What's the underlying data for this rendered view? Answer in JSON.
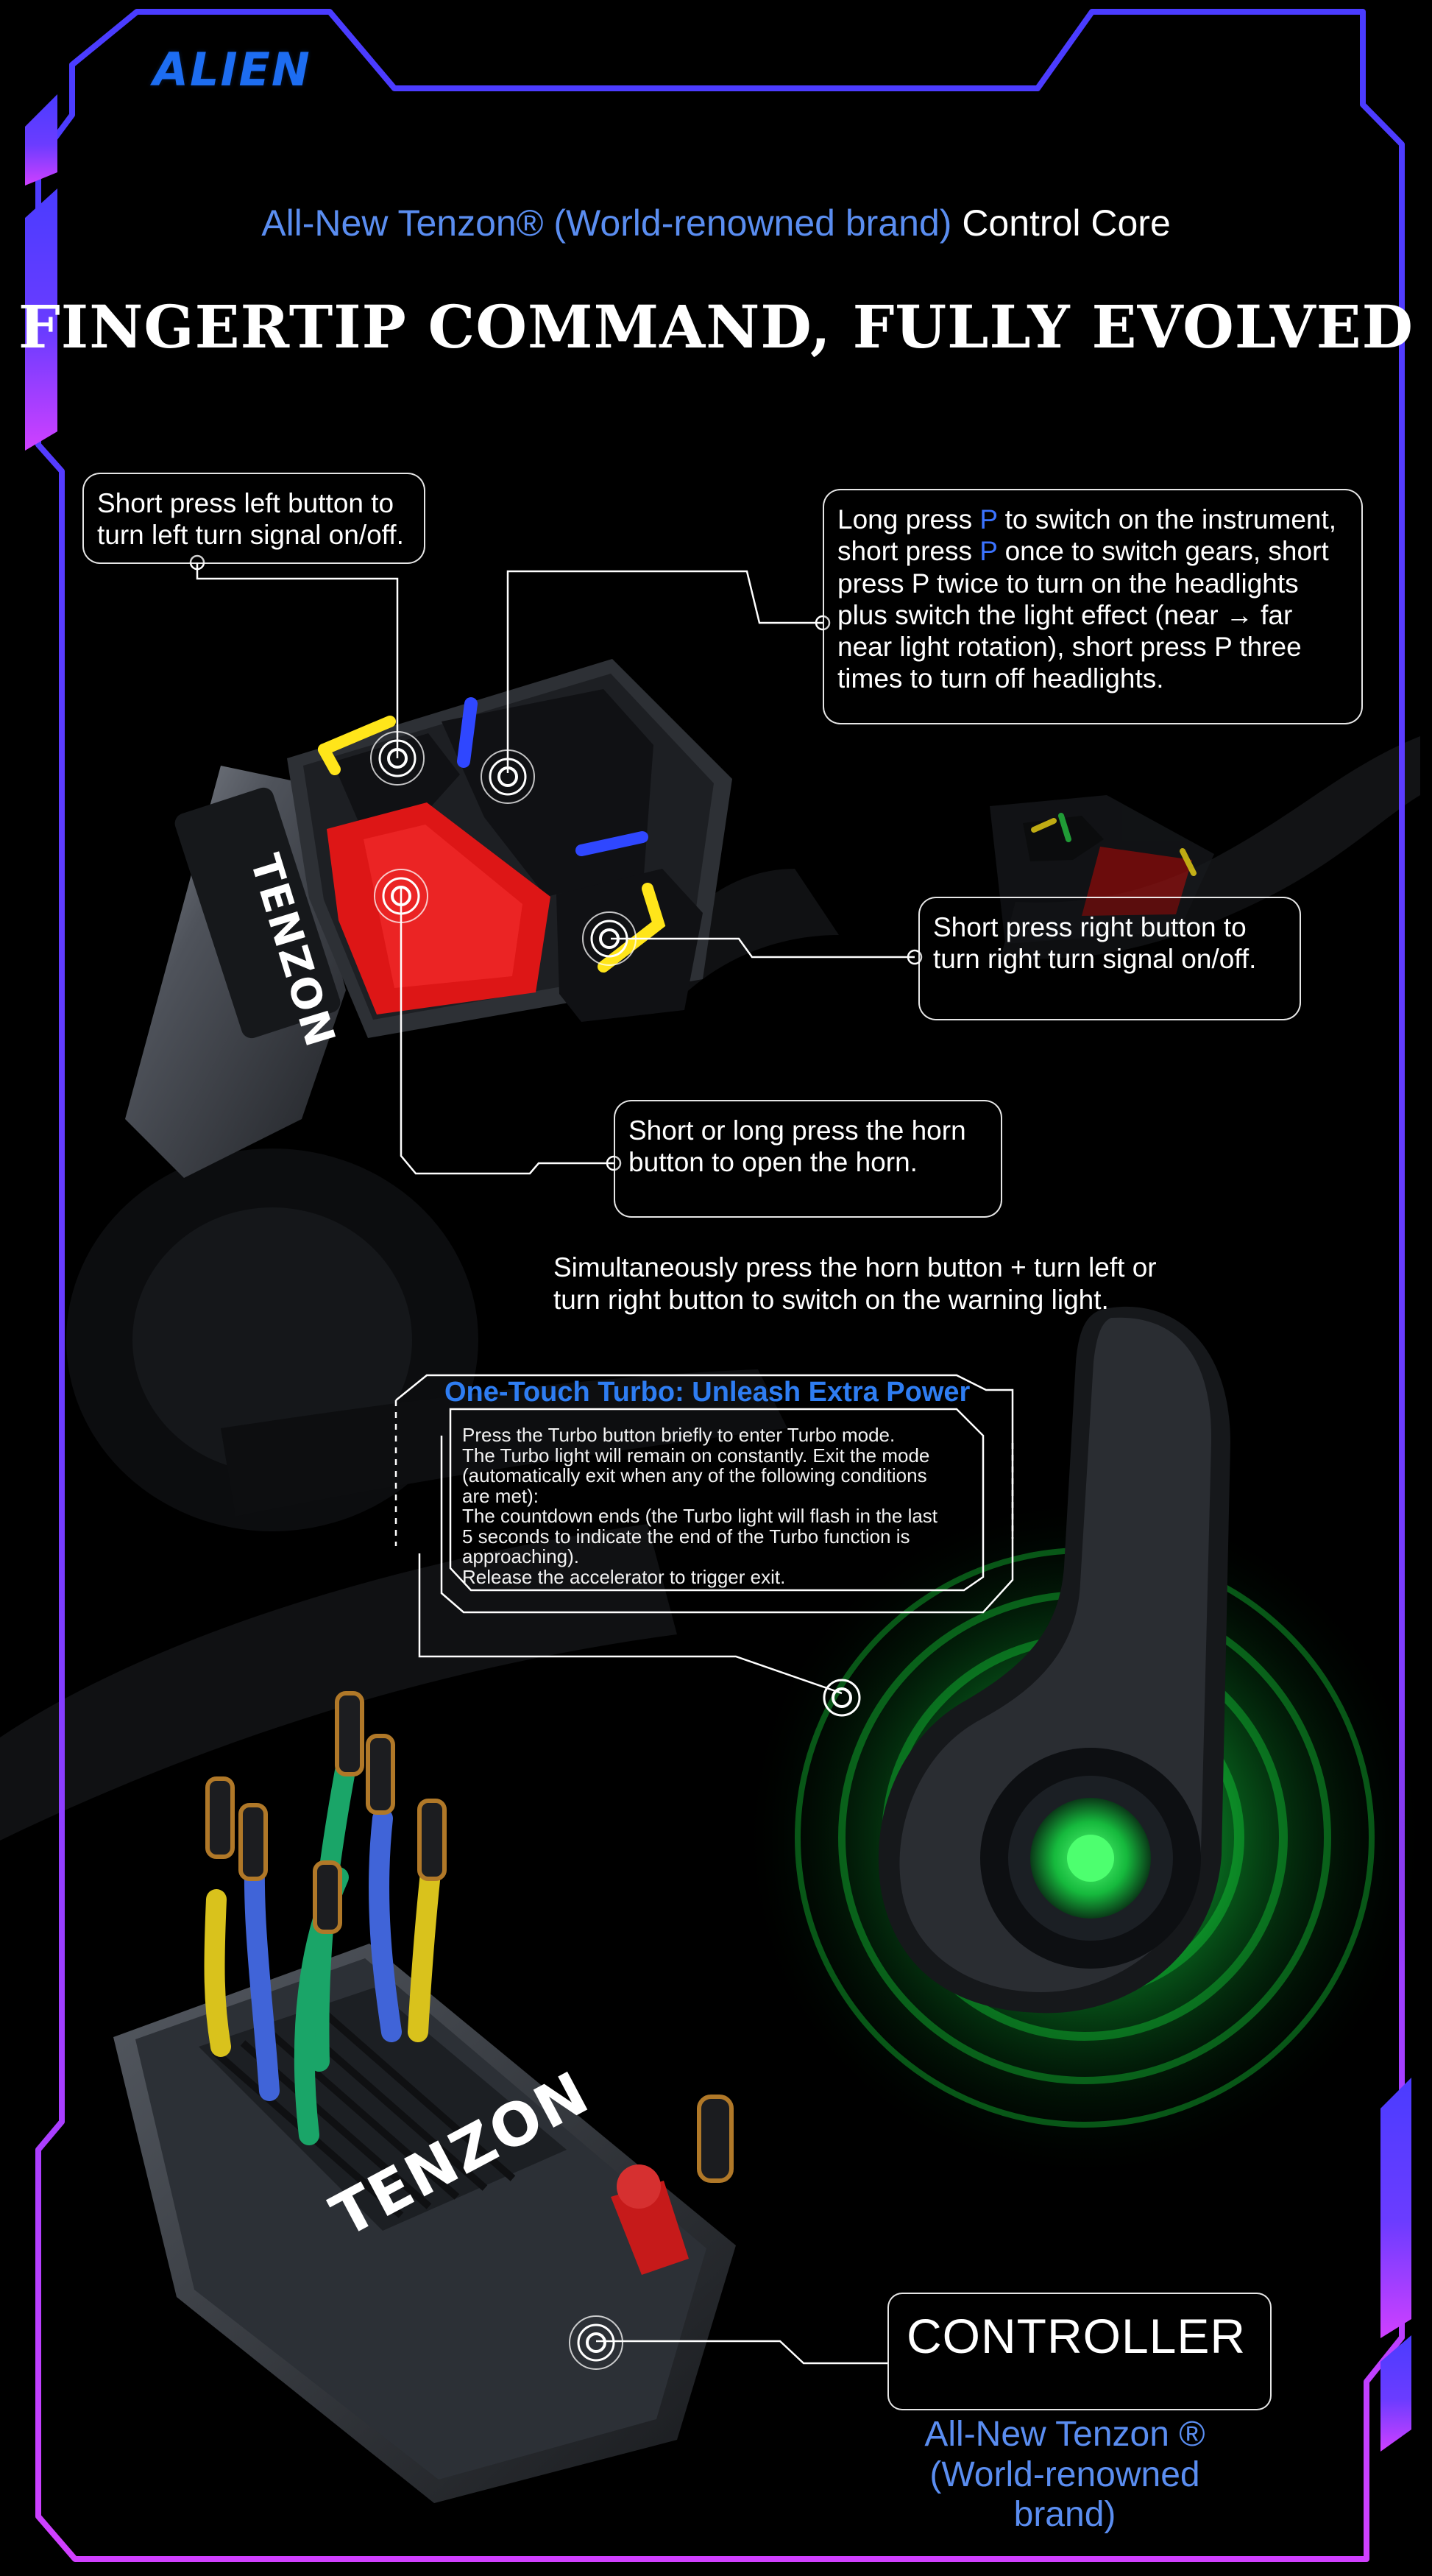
{
  "header": {
    "logo": "ALIEN",
    "subtitle": {
      "blue": "All-New Tenzon® (World-renowned brand)",
      "white": "Control Core"
    },
    "title": "FINGERTIP COMMAND, FULLY EVOLVED"
  },
  "callouts": {
    "left_button": "Short press left button to turn left turn signal on/off.",
    "p_button": {
      "seg1": "Long press ",
      "p1": "P",
      "seg2": " to switch on the instrument, short press ",
      "p2": "P",
      "seg3": " once to switch gears, short press P twice to turn on the headlights plus switch the light effect (near → far near light rotation), short press P three times to turn off headlights."
    },
    "right_button": "Short press right button to turn right turn signal on/off.",
    "horn_button": "Short or long press the horn button to open the horn.",
    "simultaneous": "Simultaneously press the horn button + turn left or turn right button to switch on the warning light."
  },
  "turbo": {
    "title": "One-Touch Turbo: Unleash Extra Power",
    "lines": [
      "Press the Turbo button briefly to enter Turbo mode.",
      "The Turbo light will remain on constantly. Exit the mode (automatically exit when any of the following conditions are met):",
      "The countdown ends (the Turbo light will flash in the last 5 seconds to indicate the end of the Turbo function is approaching).",
      "Release the accelerator to trigger exit."
    ]
  },
  "controller": {
    "label": "CONTROLLER",
    "sub_line1": "All-New Tenzon ®",
    "sub_line2": "(World-renowned brand)"
  },
  "product": {
    "brand_mark": "TENZON"
  },
  "colors": {
    "frame_top": "#4a3cff",
    "frame_bottom": "#d040ff",
    "blue_text": "#5a8df0",
    "turbo_title": "#2e7df2",
    "green_glow": "#23f24b",
    "red_button": "#e01818",
    "yellow_mark": "#ffe51a",
    "blue_mark": "#2f47ff"
  },
  "icons": {
    "tap_target": "tap-target-icon",
    "arrow": "right-arrow-icon"
  }
}
